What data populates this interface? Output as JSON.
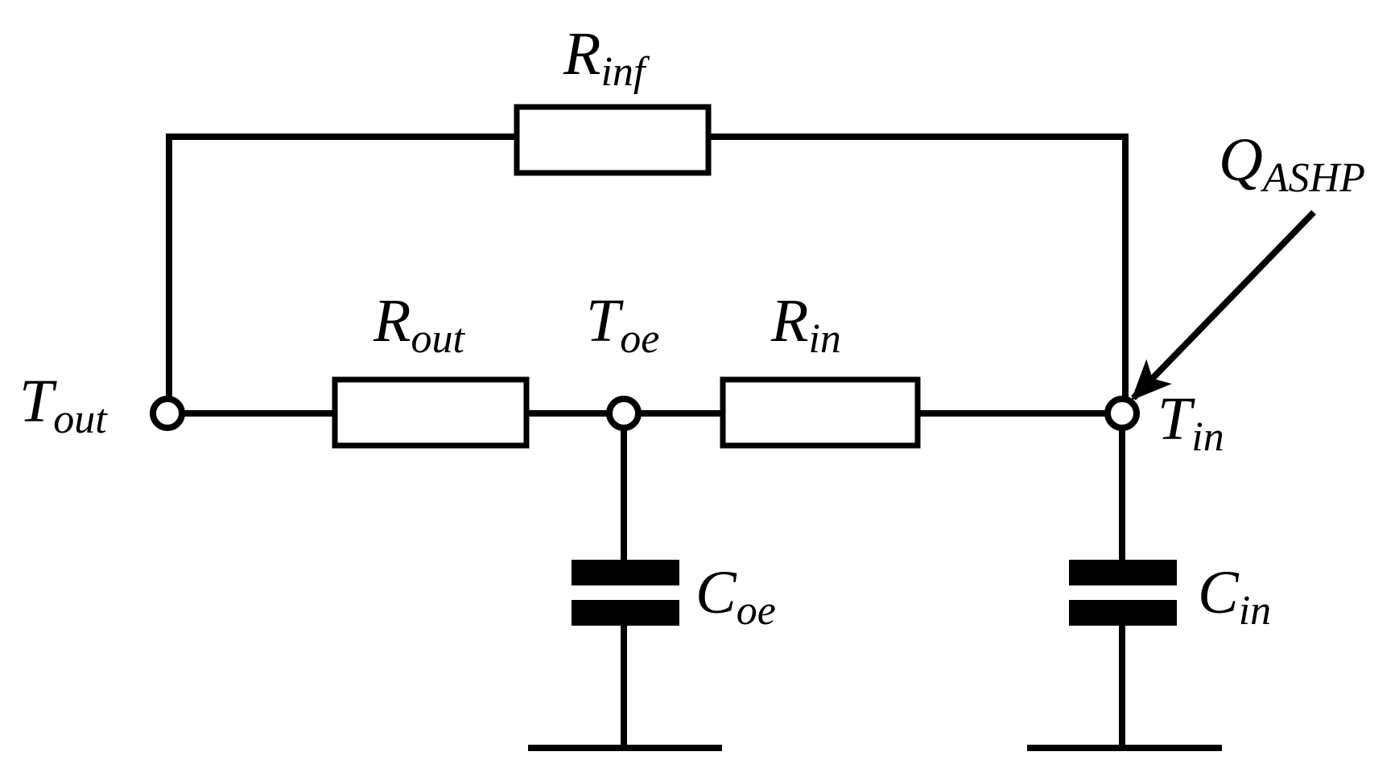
{
  "diagram": {
    "type": "thermal-rc-network",
    "colors": {
      "line": "#000000",
      "background": "#ffffff"
    },
    "labels": {
      "r_inf": {
        "main": "R",
        "sub": "inf"
      },
      "r_out": {
        "main": "R",
        "sub": "out"
      },
      "r_in": {
        "main": "R",
        "sub": "in"
      },
      "t_out": {
        "main": "T",
        "sub": "out"
      },
      "t_oe": {
        "main": "T",
        "sub": "oe"
      },
      "t_in": {
        "main": "T",
        "sub": "in"
      },
      "q_ashp": {
        "main": "Q",
        "sub": "ASHP"
      },
      "c_oe": {
        "main": "C",
        "sub": "oe"
      },
      "c_in": {
        "main": "C",
        "sub": "in"
      }
    }
  }
}
